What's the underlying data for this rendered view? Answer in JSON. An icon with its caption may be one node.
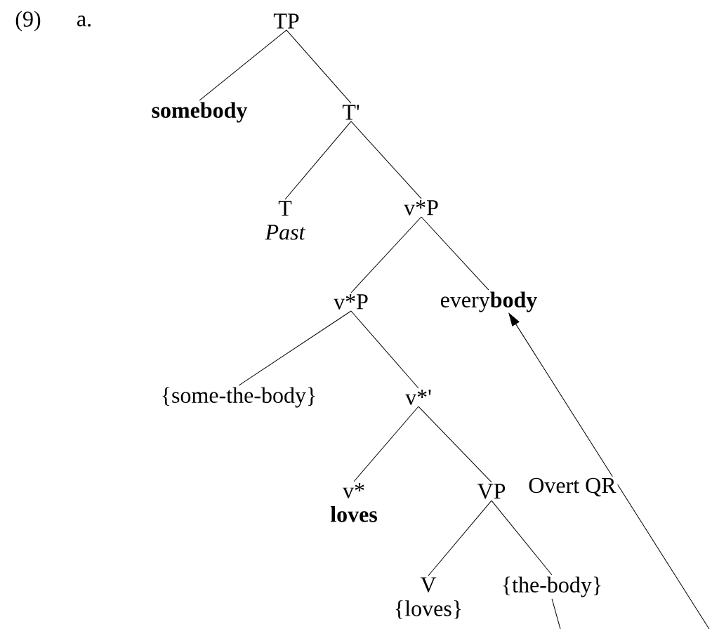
{
  "diagram": {
    "nodes": [
      {
        "text": [
          "TP"
        ]
      },
      {
        "text": [
          "somebody"
        ]
      },
      {
        "text": [
          "T'"
        ]
      },
      {
        "text": [
          "T",
          "Past"
        ]
      },
      {
        "text": [
          "v*P"
        ]
      },
      {
        "text": [
          "v*P"
        ]
      },
      {
        "text": [
          "every**body**"
        ]
      },
      {
        "text": [
          "{some-the-body}"
        ]
      },
      {
        "text": [
          "v*'"
        ]
      },
      {
        "text": [
          "v*",
          "loves"
        ]
      },
      {
        "text": [
          "VP"
        ]
      },
      {
        "text": [
          "V",
          "{loves}"
        ]
      },
      {
        "text": [
          "{the-body}"
        ]
      }
    ],
    "edges": [
      {
        "from": 0,
        "to": 1,
        "arrow": "none"
      },
      {
        "from": 0,
        "to": 2,
        "arrow": "none"
      },
      {
        "from": 2,
        "to": 3,
        "arrow": "none"
      },
      {
        "from": 2,
        "to": 4,
        "arrow": "none"
      },
      {
        "from": 4,
        "to": 5,
        "arrow": "none"
      },
      {
        "from": 4,
        "to": 6,
        "arrow": "none"
      },
      {
        "from": 5,
        "to": 7,
        "arrow": "none"
      },
      {
        "from": 5,
        "to": 8,
        "arrow": "none"
      },
      {
        "from": 8,
        "to": 9,
        "arrow": "none"
      },
      {
        "from": 8,
        "to": 10,
        "arrow": "none"
      },
      {
        "from": 10,
        "to": 11,
        "arrow": "none"
      },
      {
        "from": 10,
        "to": 12,
        "arrow": "none"
      },
      {
        "from": 12,
        "to": null,
        "arrow": "none"
      },
      {
        "from": null,
        "to": 6,
        "arrow": "to",
        "label": "Overt QR"
      }
    ],
    "labels": [
      "(9)",
      "a."
    ]
  }
}
